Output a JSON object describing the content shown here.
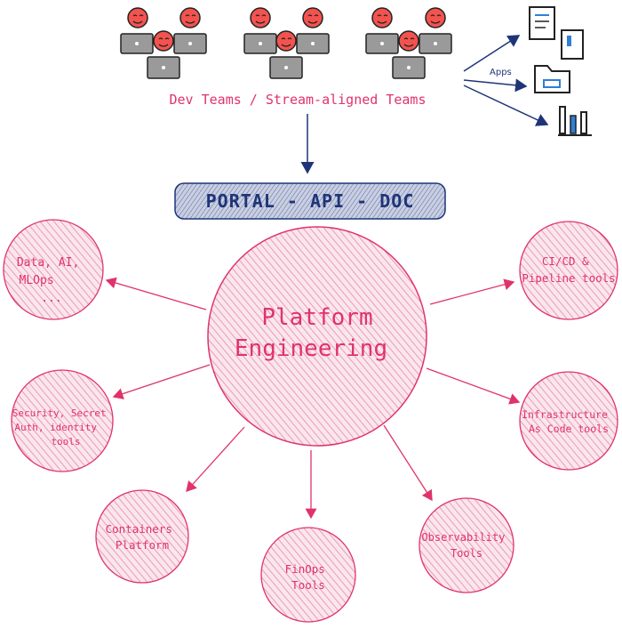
{
  "colors": {
    "pink": "#e0336a",
    "pink_fill": "#f4b8ca",
    "navy": "#1f3478",
    "blue_accent": "#2f7fd6",
    "portal_fill": "#aeb7d2",
    "avatar_fill": "#f3534f",
    "laptop": "#9a9a9a",
    "ink": "#222222"
  },
  "teams": {
    "label": "Dev Teams / Stream-aligned Teams"
  },
  "apps": {
    "label": "Apps",
    "icons": [
      "document-icon",
      "folder-icon",
      "bar-chart-icon"
    ]
  },
  "portal": {
    "label": "PORTAL - API - DOC"
  },
  "center": {
    "line1": "Platform",
    "line2": "Engineering"
  },
  "nodes": {
    "data_ai": [
      "Data, AI,",
      "MLOps",
      "..."
    ],
    "cicd": [
      "CI/CD &",
      "Pipeline tools"
    ],
    "security": [
      "Security, Secret",
      "Auth, identity",
      "tools"
    ],
    "iac": [
      "Infrastructure",
      "As Code tools"
    ],
    "containers": [
      "Containers",
      "Platform"
    ],
    "finops": [
      "FinOps",
      "Tools"
    ],
    "observability": [
      "Observability",
      "Tools"
    ]
  }
}
